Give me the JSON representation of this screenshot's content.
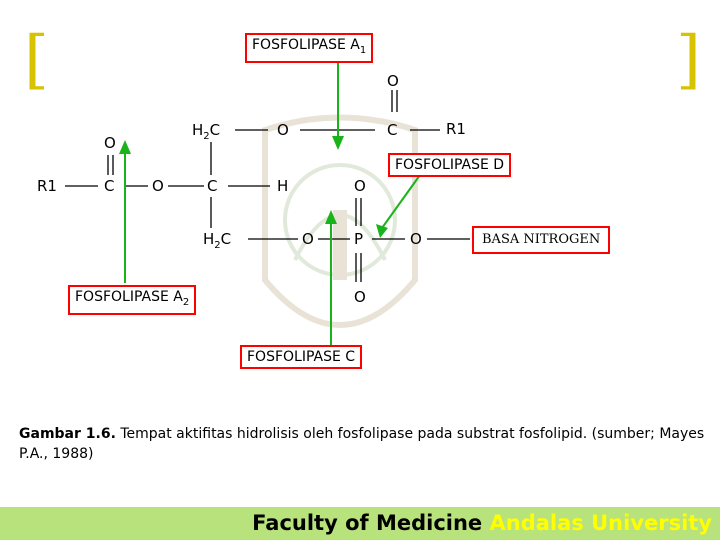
{
  "colors": {
    "bond": "#000000",
    "arrow": "#1ab31a",
    "box_border": "#ff0000",
    "bracket": "#d8c300",
    "footer_bg": "#b7e27c",
    "footer_accent": "#ffff00"
  },
  "enzymes": {
    "a1": {
      "name": "FOSFOLIPASE A",
      "sub": "1"
    },
    "a2": {
      "name": "FOSFOLIPASE A",
      "sub": "2"
    },
    "c": "FOSFOLIPASE C",
    "d": "FOSFOLIPASE D",
    "base": "BASA NITROGEN"
  },
  "atoms": {
    "o_top": "O",
    "c_right": "C",
    "r1_right": "R1",
    "h2c_top_prefix": "H",
    "h2c_top_sub": "2",
    "h2c_top_suffix": "C",
    "o_upper": "O",
    "o_left_dbl": "O",
    "r1_left": "R1",
    "c_left": "C",
    "o_ester_left": "O",
    "c_center": "C",
    "h_center": "H",
    "o_above_p": "O",
    "h2c_bot_prefix": "H",
    "h2c_bot_sub": "2",
    "h2c_bot_suffix": "C",
    "o_before_p": "O",
    "p": "P",
    "o_after_p": "O",
    "o_below_p": "O"
  },
  "caption": {
    "label": "Gambar 1.6.",
    "text": " Tempat aktifitas hidrolisis oleh fosfolipase pada substrat fosfolipid. (sumber; Mayes P.A., 1988)"
  },
  "footer": {
    "faculty": "Faculty of Medicine ",
    "university": "Andalas University"
  },
  "icons": {
    "watermark": "university-seal-icon"
  }
}
